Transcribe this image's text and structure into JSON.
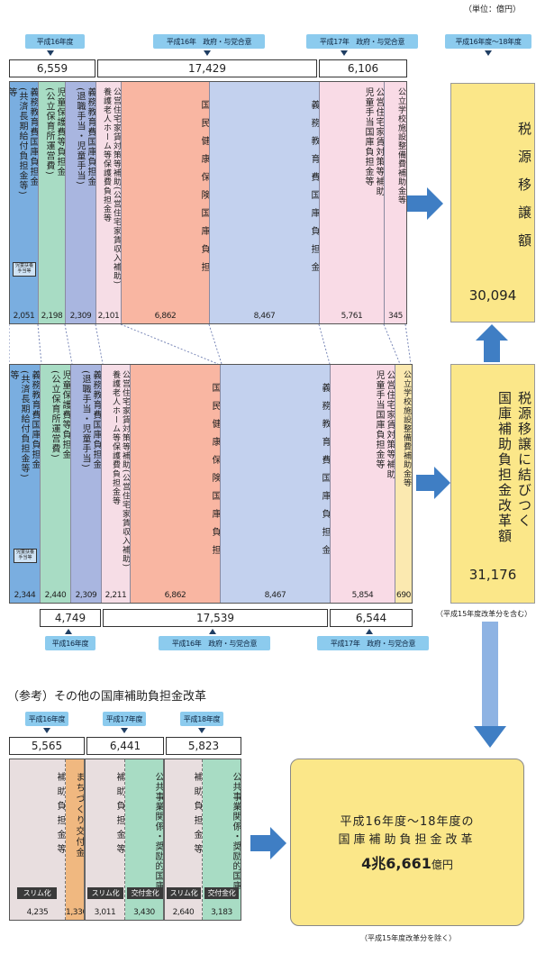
{
  "unit_note": "（単位：億円）",
  "top": {
    "pills": [
      {
        "label": "平成16年度"
      },
      {
        "label": "平成16年　政府・与党合意"
      },
      {
        "label": "平成17年　政府・与党合意"
      },
      {
        "label": "平成16年度～18年度"
      }
    ],
    "totals": [
      "6,559",
      "17,429",
      "6,106"
    ],
    "columns": [
      {
        "text": "義務教育費国庫負担金\n(共済長期給付負担金等)\n等",
        "value": "2,051",
        "sub": "児童扶養手当等"
      },
      {
        "text": "児童保護費等負担金\n(公立保育所運営費)",
        "value": "2,198"
      },
      {
        "text": "義務教育費国庫負担金\n(退職手当・児童手当)",
        "value": "2,309"
      },
      {
        "text": "公営住宅家賃対策等補助(公営住宅家賃収入補助)\n養護老人ホーム等保護費負担金等",
        "value": "2,101"
      },
      {
        "text": "国民健康保険国庫負担",
        "value": "6,862"
      },
      {
        "text": "義務教育費国庫負担金",
        "value": "8,467"
      },
      {
        "text": "公営住宅家賃対策等補助\n児童手当国庫負担金等",
        "value": "5,761"
      },
      {
        "text": "公立学校施設整備費補助金等",
        "value": "345"
      }
    ],
    "result_box": {
      "text": "税源移譲額",
      "value": "30,094"
    }
  },
  "middle": {
    "columns": [
      {
        "text": "義務教育費国庫負担金\n(共済長期給付負担金等)\n等",
        "value": "2,344",
        "sub": "児童扶養手当等"
      },
      {
        "text": "児童保護費等負担金\n(公立保育所運営費)",
        "value": "2,440"
      },
      {
        "text": "義務教育費国庫負担金\n(退職手当・児童手当)",
        "value": "2,309"
      },
      {
        "text": "公営住宅家賃対策等補助(公営住宅家賃収入補助)\n養護老人ホーム等保護費負担金等",
        "value": "2,211"
      },
      {
        "text": "国民健康保険国庫負担",
        "value": "6,862"
      },
      {
        "text": "義務教育費国庫負担金",
        "value": "8,467"
      },
      {
        "text": "公営住宅家賃対策等補助\n児童手当国庫負担金等",
        "value": "5,854"
      },
      {
        "text": "公立学校施設整備費補助金等",
        "value": "690"
      }
    ],
    "totals": [
      "4,749",
      "17,539",
      "6,544"
    ],
    "pills": [
      {
        "label": "平成16年度"
      },
      {
        "label": "平成16年　政府・与党合意"
      },
      {
        "label": "平成17年　政府・与党合意"
      }
    ],
    "result_box": {
      "text": "税源移譲に結びつく\n国庫補助負担金改革額",
      "value": "31,176",
      "note": "（平成15年度改革分を含む）"
    }
  },
  "reference": {
    "title": "（参考）その他の国庫補助負担金改革",
    "groups": [
      {
        "pill": "平成16年度",
        "total": "5,565",
        "left_text": "補助負担金等",
        "left_tag": "スリム化",
        "left_value": "4,235",
        "right_text": "まちづくり交付金",
        "right_value": "1,330"
      },
      {
        "pill": "平成17年度",
        "total": "6,441",
        "left_text": "補助負担金等",
        "left_tag": "スリム化",
        "left_value": "3,011",
        "right_text": "公共事業関係・奨励的国庫",
        "right_tag": "交付金化",
        "right_value": "3,430"
      },
      {
        "pill": "平成18年度",
        "total": "5,823",
        "left_text": "補助負担金等",
        "left_tag": "スリム化",
        "left_value": "2,640",
        "right_text": "公共事業関係・奨励的国庫",
        "right_tag": "交付金化",
        "right_value": "3,183"
      }
    ],
    "result_box": {
      "line1": "平成16年度～18年度の",
      "line2": "国庫補助負担金改革",
      "value_big": "4兆6,661",
      "value_unit": "億円",
      "note": "（平成15年度改革分を除く）"
    }
  },
  "colors": {
    "blue": "#7aaee0",
    "green": "#a8dcc4",
    "lavender": "#a9b6e0",
    "pink_light": "#f6dde6",
    "salmon": "#f9b6a2",
    "lightblue": "#c3d1ee",
    "pink2": "#f9dbe6",
    "cream": "#fbe9b0",
    "yellow": "#fbe789",
    "arrow": "#3f7ec4"
  }
}
